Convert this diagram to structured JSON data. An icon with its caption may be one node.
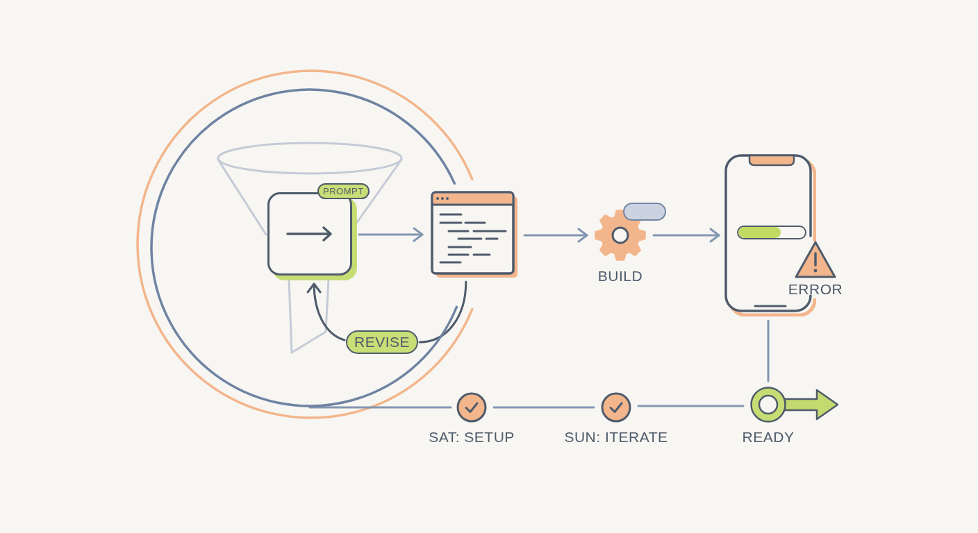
{
  "diagram": {
    "nodes": [
      {
        "text": [],
        "shape": "circle"
      },
      {
        "text": [
          "PROMPT"
        ],
        "in": 0
      },
      {
        "text": [],
        "shape": "picture"
      },
      {
        "text": [
          "BUILD"
        ]
      },
      {
        "text": [],
        "shape": "pill"
      },
      {
        "text": [
          "ERROR"
        ]
      },
      {
        "text": [
          "REVISE"
        ],
        "in": 0
      },
      {
        "text": [
          "SAT: SETUP"
        ]
      },
      {
        "text": [
          "SUN: ITERATE"
        ]
      },
      {
        "text": [
          "READY"
        ]
      }
    ],
    "edges": [
      {
        "from": 1,
        "to": 2,
        "arrow": "to"
      },
      {
        "from": 2,
        "to": 3,
        "arrow": "to"
      },
      {
        "from": 3,
        "to": 5,
        "arrow": "to"
      },
      {
        "from": 2,
        "to": 6,
        "arrow": "none",
        "color": "#4f5b6b"
      },
      {
        "from": 6,
        "to": 1,
        "arrow": "to",
        "color": "#4f5b6b"
      },
      {
        "from": 0,
        "to": 7,
        "arrow": "none"
      },
      {
        "from": 7,
        "to": 8,
        "arrow": "none"
      },
      {
        "from": 8,
        "to": 9,
        "arrow": "none"
      },
      {
        "from": 5,
        "to": 9,
        "arrow": "none"
      },
      {
        "from": 9,
        "to": null,
        "arrow": "to",
        "style": "thick",
        "color": "#c2da6e"
      }
    ]
  }
}
